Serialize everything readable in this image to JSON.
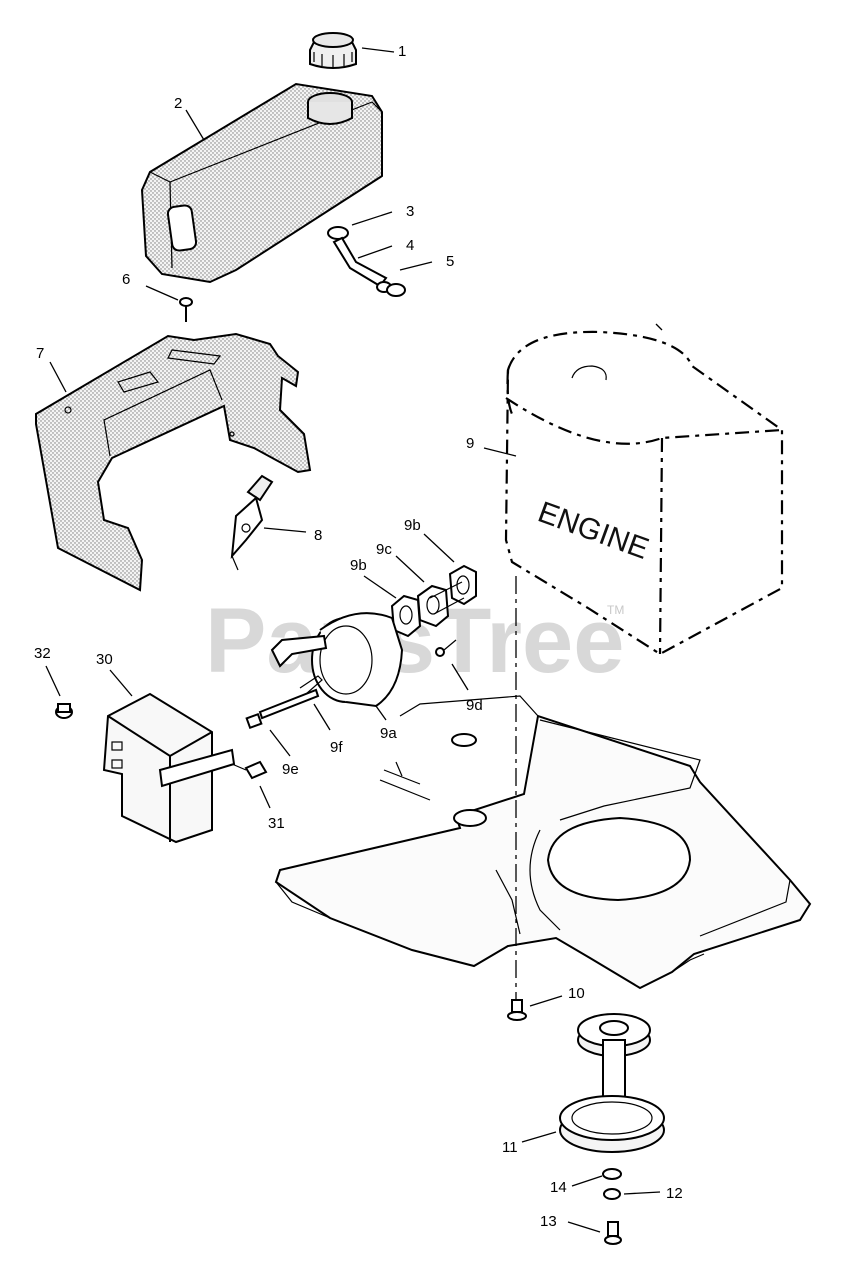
{
  "watermark": {
    "text": "PartsTree",
    "tm": "TM"
  },
  "engine_label": "ENGINE",
  "callouts": {
    "c1": "1",
    "c2": "2",
    "c3": "3",
    "c4": "4",
    "c5": "5",
    "c6": "6",
    "c7": "7",
    "c8": "8",
    "c9": "9",
    "c9a": "9a",
    "c9b_left": "9b",
    "c9b_right": "9b",
    "c9c": "9c",
    "c9d": "9d",
    "c9e": "9e",
    "c9f": "9f",
    "c10": "10",
    "c11": "11",
    "c12": "12",
    "c13": "13",
    "c14": "14",
    "c30": "30",
    "c31": "31",
    "c32": "32"
  },
  "colors": {
    "line": "#000000",
    "part_fill": "#f2f2f2",
    "dotted_fill": "#e6e6e6",
    "watermark": "#c8c8c8"
  }
}
